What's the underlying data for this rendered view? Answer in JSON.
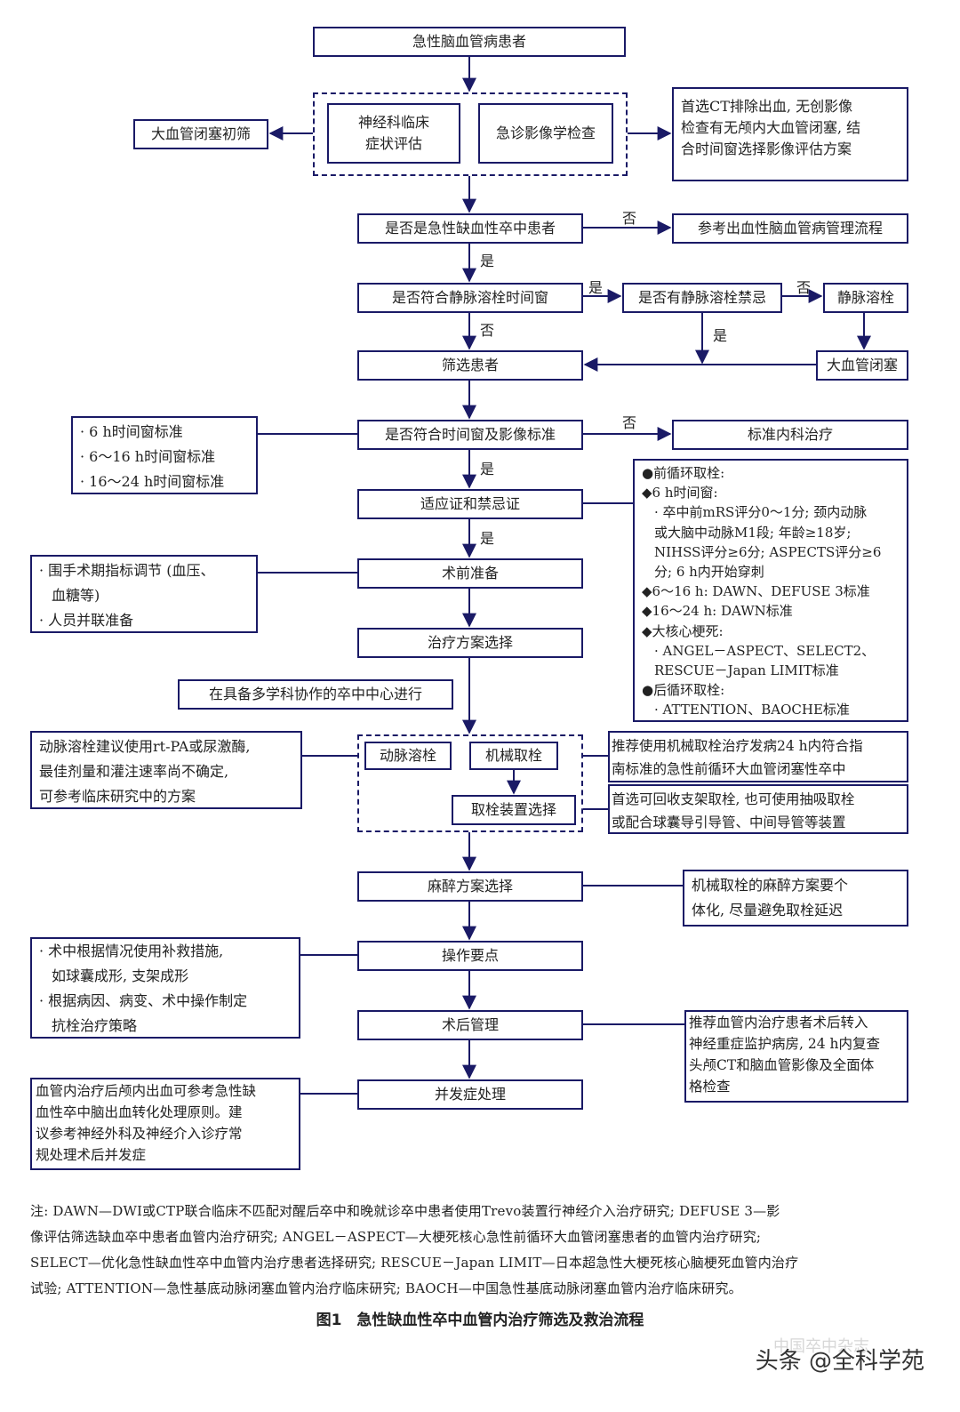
{
  "nodes": {
    "start": "急性脑血管病患者",
    "neuro_eval": [
      "神经科临床",
      "症状评估"
    ],
    "imaging": "急诊影像学检查",
    "lvo_screen": "大血管闭塞初筛",
    "ct_note": [
      "首选CT排除出血, 无创影像",
      "检查有无颅内大血管闭塞, 结",
      "合时间窗选择影像评估方案"
    ],
    "is_ischemic": "是否是急性缺血性卒中患者",
    "hemorrhagic_ref": "参考出血性脑血管病管理流程",
    "iv_window": "是否符合静脉溶栓时间窗",
    "iv_contra": "是否有静脉溶栓禁忌",
    "iv_thrombolysis": "静脉溶栓",
    "screen_patient": "筛选患者",
    "lvo": "大血管闭塞",
    "time_imaging": "是否符合时间窗及影像标准",
    "standard_medical": "标准内科治疗",
    "time_criteria": [
      "· 6 h时间窗标准",
      "· 6～16 h时间窗标准",
      "· 16～24 h时间窗标准"
    ],
    "indications": "适应证和禁忌证",
    "preop": "术前准备",
    "preop_note": [
      "· 围手术期指标调节 (血压、",
      "血糖等)",
      "· 人员并联准备"
    ],
    "treatment_plan": "治疗方案选择",
    "multidisc": "在具备多学科协作的卒中中心进行",
    "arterial": "动脉溶栓",
    "mechanical": "机械取栓",
    "device": "取栓装置选择",
    "arterial_note": [
      "动脉溶栓建议使用rt-PA或尿激酶,",
      "最佳剂量和灌注速率尚不确定,",
      "可参考临床研究中的方案"
    ],
    "mech_note": [
      "推荐使用机械取栓治疗发病24 h内符合指",
      "南标准的急性前循环大血管闭塞性卒中"
    ],
    "device_note": [
      "首选可回收支架取栓, 也可使用抽吸取栓",
      "或配合球囊导引导管、中间导管等装置"
    ],
    "anesthesia": "麻醉方案选择",
    "anesthesia_note": [
      "机械取栓的麻醉方案要个",
      "体化, 尽量避免取栓延迟"
    ],
    "key_points": "操作要点",
    "key_points_note": [
      "· 术中根据情况使用补救措施,",
      "如球囊成形, 支架成形",
      "· 根据病因、病变、术中操作制定",
      "抗栓治疗策略"
    ],
    "postop": "术后管理",
    "postop_note": [
      "推荐血管内治疗患者术后转入",
      "神经重症监护病房, 24 h内复查",
      "头颅CT和脑血管影像及全面体",
      "格检查"
    ],
    "complication": "并发症处理",
    "complication_note": [
      "血管内治疗后颅内出血可参考急性缺",
      "血性卒中脑出血转化处理原则。建",
      "议参考神经外科及神经介入诊疗常",
      "规处理术后并发症"
    ],
    "criteria_panel": [
      "●前循环取栓:",
      "◆6 h时间窗:",
      "· 卒中前mRS评分0～1分; 颈内动脉",
      "或大脑中动脉M1段; 年龄≥18岁;",
      "NIHSS评分≥6分; ASPECTS评分≥6",
      "分; 6 h内开始穿刺",
      "◆6～16 h: DAWN、DEFUSE 3标准",
      "◆16～24 h: DAWN标准",
      "◆大核心梗死:",
      "· ANGEL－ASPECT、SELECT2、",
      "RESCUE－Japan LIMIT标准",
      "●后循环取栓:",
      "· ATTENTION、BAOCHE标准"
    ]
  },
  "labels": {
    "yes": "是",
    "no": "否"
  },
  "notes": [
    "注: DAWN—DWI或CTP联合临床不匹配对醒后卒中和晚就诊卒中患者使用Trevo装置行神经介入治疗研究; DEFUSE 3—影",
    "像评估筛选缺血卒中患者血管内治疗研究; ANGEL－ASPECT—大梗死核心急性前循环大血管闭塞患者的血管内治疗研究;",
    "SELECT—优化急性缺血性卒中血管内治疗患者选择研究; RESCUE－Japan LIMIT—日本超急性大梗死核心脑梗死血管内治疗",
    "试验; ATTENTION—急性基底动脉闭塞血管内治疗临床研究; BAOCH—中国急性基底动脉闭塞血管内治疗临床研究。"
  ],
  "caption": "图1　急性缺血性卒中血管内治疗筛选及救治流程",
  "watermark": "头条 @全科学苑",
  "watermark_ghost": "中国卒中杂志",
  "colors": {
    "line": "#1a1a66",
    "text": "#222222"
  }
}
